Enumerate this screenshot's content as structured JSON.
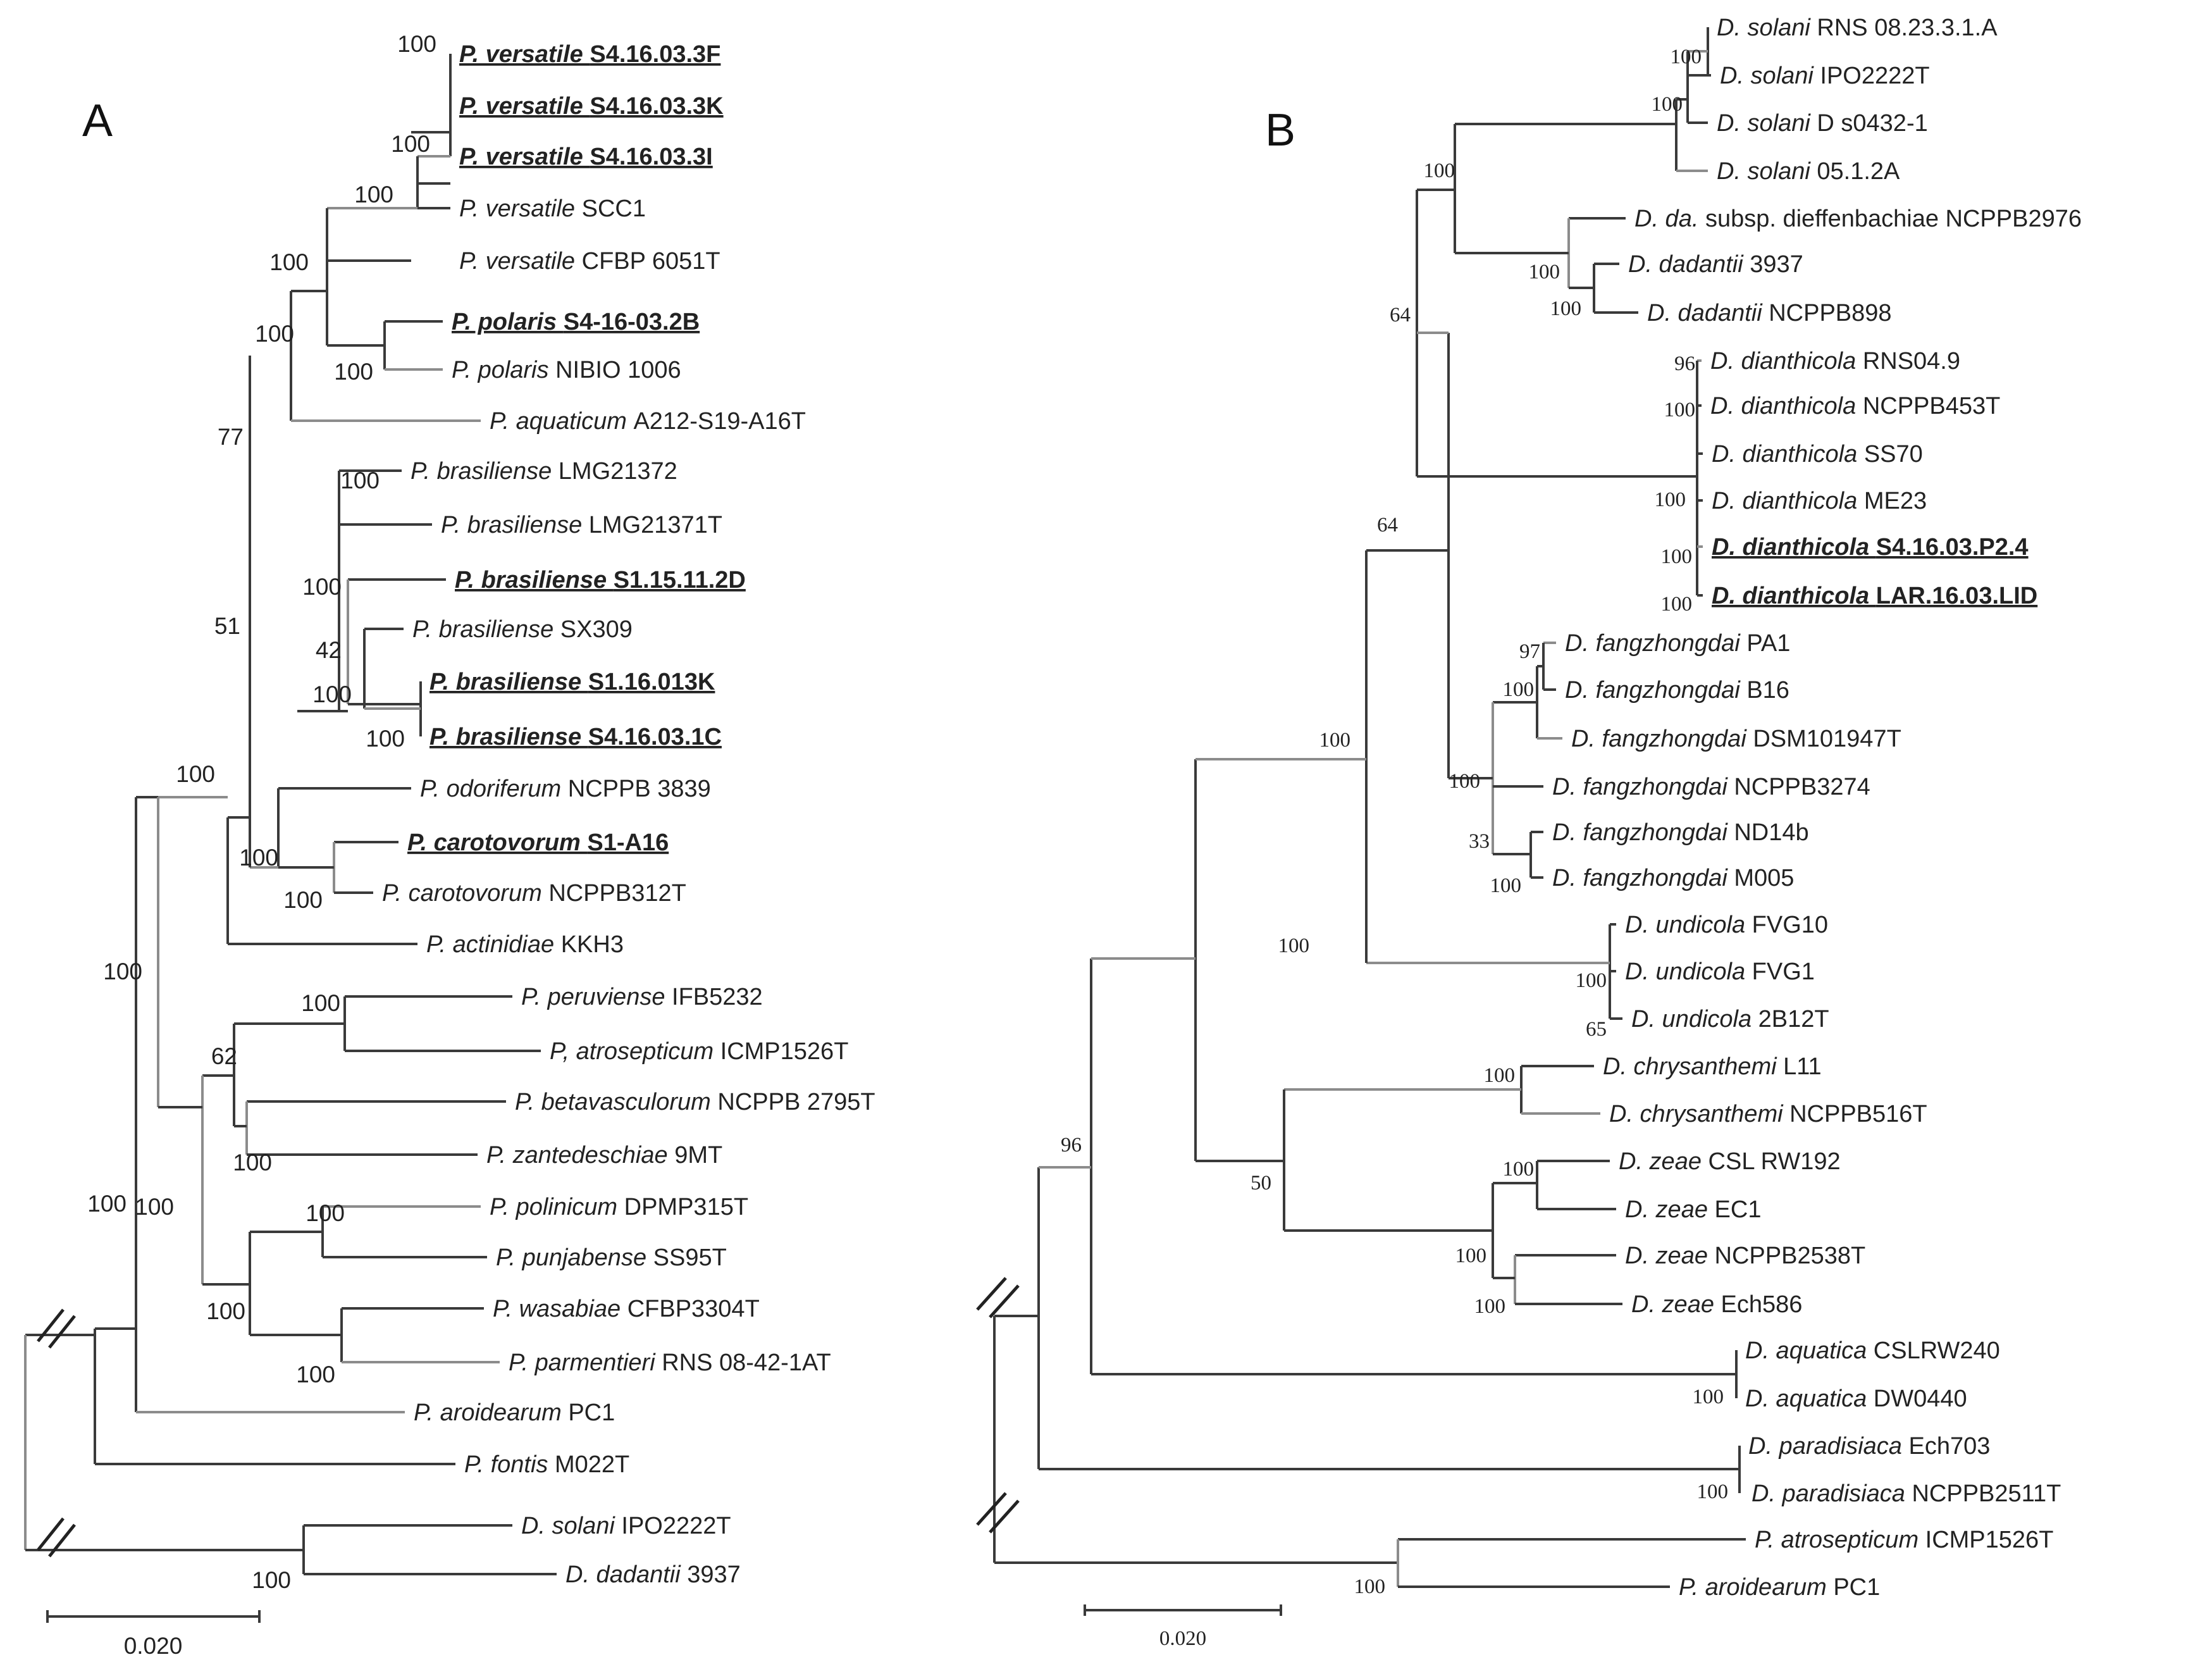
{
  "panelA": {
    "label": "A",
    "scale_label": "0.020",
    "leaves": [
      {
        "genus": "P. versatile",
        "strain": "S4.16.03.3F",
        "highlight": true
      },
      {
        "genus": "P. versatile",
        "strain": "S4.16.03.3K",
        "highlight": true
      },
      {
        "genus": "P. versatile",
        "strain": "S4.16.03.3I",
        "highlight": true
      },
      {
        "genus": "P. versatile",
        "strain": "SCC1",
        "highlight": false
      },
      {
        "genus": "P. versatile",
        "strain": "CFBP 6051T",
        "highlight": false
      },
      {
        "genus": "P. polaris",
        "strain": "S4-16-03.2B",
        "highlight": true
      },
      {
        "genus": "P. polaris",
        "strain": "NIBIO 1006",
        "highlight": false
      },
      {
        "genus": "P. aquaticum",
        "strain": "A212-S19-A16T",
        "highlight": false
      },
      {
        "genus": "P. brasiliense",
        "strain": "LMG21372",
        "highlight": false
      },
      {
        "genus": "P. brasiliense",
        "strain": "LMG21371T",
        "highlight": false
      },
      {
        "genus": "P. brasiliense",
        "strain": "S1.15.11.2D",
        "highlight": true
      },
      {
        "genus": "P. brasiliense",
        "strain": "SX309",
        "highlight": false
      },
      {
        "genus": "P. brasiliense",
        "strain": "S1.16.013K",
        "highlight": true
      },
      {
        "genus": "P. brasiliense",
        "strain": "S4.16.03.1C",
        "highlight": true
      },
      {
        "genus": "P. odoriferum",
        "strain": "NCPPB 3839",
        "highlight": false
      },
      {
        "genus": "P. carotovorum",
        "strain": "S1-A16",
        "highlight": true
      },
      {
        "genus": "P. carotovorum",
        "strain": "NCPPB312T",
        "highlight": false
      },
      {
        "genus": "P. actinidiae",
        "strain": "KKH3",
        "highlight": false
      },
      {
        "genus": "P. peruviense",
        "strain": "IFB5232",
        "highlight": false
      },
      {
        "genus": "P, atrosepticum",
        "strain": "ICMP1526T",
        "highlight": false
      },
      {
        "genus": "P. betavasculorum",
        "strain": "NCPPB 2795T",
        "highlight": false
      },
      {
        "genus": "P. zantedeschiae",
        "strain": "9MT",
        "highlight": false
      },
      {
        "genus": "P. polinicum",
        "strain": "DPMP315T",
        "highlight": false
      },
      {
        "genus": "P. punjabense",
        "strain": "SS95T",
        "highlight": false
      },
      {
        "genus": "P. wasabiae",
        "strain": "CFBP3304T",
        "highlight": false
      },
      {
        "genus": "P. parmentieri",
        "strain": "RNS 08-42-1AT",
        "highlight": false
      },
      {
        "genus": "P. aroidearum",
        "strain": "PC1",
        "highlight": false
      },
      {
        "genus": "P. fontis",
        "strain": "M022T",
        "highlight": false
      },
      {
        "genus": "D. solani",
        "strain": "IPO2222T",
        "highlight": false
      },
      {
        "genus": "D. dadantii",
        "strain": "3937",
        "highlight": false
      }
    ],
    "bootstrap": [
      "100",
      "100",
      "100",
      "100",
      "100",
      "100",
      "77",
      "100",
      "100",
      "42",
      "100",
      "100",
      "51",
      "100",
      "100",
      "100",
      "100",
      "100",
      "62",
      "100",
      "100",
      "100",
      "100",
      "100",
      "100",
      "100"
    ]
  },
  "panelB": {
    "label": "B",
    "scale_label": "0.020",
    "leaves": [
      {
        "genus": "D. solani",
        "strain": "RNS 08.23.3.1.A",
        "highlight": false
      },
      {
        "genus": "D. solani",
        "strain": "IPO2222T",
        "highlight": false
      },
      {
        "genus": "D. solani",
        "strain": "D s0432-1",
        "highlight": false
      },
      {
        "genus": "D. solani",
        "strain": "05.1.2A",
        "highlight": false
      },
      {
        "genus": "D. da.",
        "strain": "subsp. dieffenbachiae NCPPB2976",
        "highlight": false
      },
      {
        "genus": "D. dadantii",
        "strain": "3937",
        "highlight": false
      },
      {
        "genus": "D. dadantii",
        "strain": "NCPPB898",
        "highlight": false
      },
      {
        "genus": "D. dianthicola",
        "strain": "RNS04.9",
        "highlight": false
      },
      {
        "genus": "D. dianthicola",
        "strain": "NCPPB453T",
        "highlight": false
      },
      {
        "genus": "D. dianthicola",
        "strain": "SS70",
        "highlight": false
      },
      {
        "genus": "D. dianthicola",
        "strain": "ME23",
        "highlight": false
      },
      {
        "genus": "D. dianthicola",
        "strain": "S4.16.03.P2.4",
        "highlight": true
      },
      {
        "genus": "D. dianthicola",
        "strain": "LAR.16.03.LID",
        "highlight": true
      },
      {
        "genus": "D. fangzhongdai",
        "strain": "PA1",
        "highlight": false
      },
      {
        "genus": "D. fangzhongdai",
        "strain": "B16",
        "highlight": false
      },
      {
        "genus": "D. fangzhongdai",
        "strain": "DSM101947T",
        "highlight": false
      },
      {
        "genus": "D. fangzhongdai",
        "strain": "NCPPB3274",
        "highlight": false
      },
      {
        "genus": "D. fangzhongdai",
        "strain": "ND14b",
        "highlight": false
      },
      {
        "genus": "D. fangzhongdai",
        "strain": "M005",
        "highlight": false
      },
      {
        "genus": "D. undicola",
        "strain": "FVG10",
        "highlight": false
      },
      {
        "genus": "D. undicola",
        "strain": "FVG1",
        "highlight": false
      },
      {
        "genus": "D. undicola",
        "strain": "2B12T",
        "highlight": false
      },
      {
        "genus": "D. chrysanthemi",
        "strain": "L11",
        "highlight": false
      },
      {
        "genus": "D. chrysanthemi",
        "strain": "NCPPB516T",
        "highlight": false
      },
      {
        "genus": "D. zeae",
        "strain": "CSL RW192",
        "highlight": false
      },
      {
        "genus": "D. zeae",
        "strain": "EC1",
        "highlight": false
      },
      {
        "genus": "D. zeae",
        "strain": "NCPPB2538T",
        "highlight": false
      },
      {
        "genus": "D. zeae",
        "strain": "Ech586",
        "highlight": false
      },
      {
        "genus": "D. aquatica",
        "strain": "CSLRW240",
        "highlight": false
      },
      {
        "genus": "D. aquatica",
        "strain": "DW0440",
        "highlight": false
      },
      {
        "genus": "D. paradisiaca",
        "strain": "Ech703",
        "highlight": false
      },
      {
        "genus": "D. paradisiaca",
        "strain": "NCPPB2511T",
        "highlight": false
      },
      {
        "genus": "P. atrosepticum",
        "strain": "ICMP1526T",
        "highlight": false
      },
      {
        "genus": "P. aroidearum",
        "strain": "PC1",
        "highlight": false
      }
    ],
    "bootstrap": [
      "100",
      "100",
      "100",
      "100",
      "100",
      "64",
      "96",
      "100",
      "100",
      "100",
      "100",
      "64",
      "97",
      "100",
      "100",
      "33",
      "100",
      "100",
      "100",
      "65",
      "100",
      "100",
      "100",
      "100",
      "100",
      "50",
      "96",
      "100",
      "100",
      "100"
    ]
  }
}
